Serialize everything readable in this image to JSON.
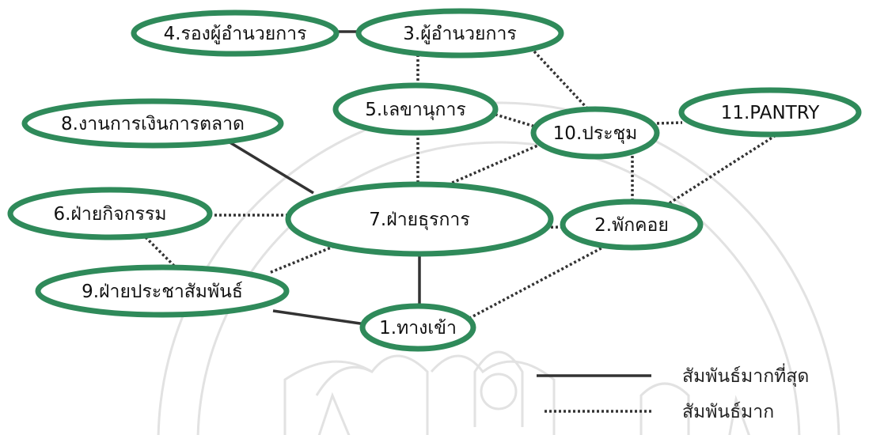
{
  "colors": {
    "node_stroke": "#2f8a5a",
    "edge": "#333333",
    "watermark": "#e2e2e2"
  },
  "nodes": {
    "n1": "1.ทางเข้า",
    "n2": "2.พักคอย",
    "n3": "3.ผู้อำนวยการ",
    "n4": "4.รองผู้อำนวยการ",
    "n5": "5.เลขานุการ",
    "n6": "6.ฝ่ายกิจกรรม",
    "n7": "7.ฝ่ายธุรการ",
    "n8": "8.งานการเงินการตลาด",
    "n9": "9.ฝ่ายประชาสัมพันธ์",
    "n10": "10.ประชุม",
    "n11": "11.PANTRY"
  },
  "edges": [
    {
      "from": "n4",
      "to": "n3",
      "style": "solid"
    },
    {
      "from": "n8",
      "to": "n7",
      "style": "solid"
    },
    {
      "from": "n7",
      "to": "n1",
      "style": "solid"
    },
    {
      "from": "n9",
      "to": "n1",
      "style": "solid"
    },
    {
      "from": "n3",
      "to": "n5",
      "style": "dotted"
    },
    {
      "from": "n3",
      "to": "n10",
      "style": "dotted"
    },
    {
      "from": "n5",
      "to": "n10",
      "style": "dotted"
    },
    {
      "from": "n5",
      "to": "n7",
      "style": "dotted"
    },
    {
      "from": "n10",
      "to": "n11",
      "style": "dotted"
    },
    {
      "from": "n10",
      "to": "n7",
      "style": "dotted"
    },
    {
      "from": "n10",
      "to": "n2",
      "style": "dotted"
    },
    {
      "from": "n11",
      "to": "n2",
      "style": "dotted"
    },
    {
      "from": "n6",
      "to": "n7",
      "style": "dotted"
    },
    {
      "from": "n6",
      "to": "n9",
      "style": "dotted"
    },
    {
      "from": "n7",
      "to": "n2",
      "style": "dotted"
    },
    {
      "from": "n7",
      "to": "n9",
      "style": "dotted"
    },
    {
      "from": "n2",
      "to": "n1",
      "style": "dotted"
    }
  ],
  "legend": {
    "solid_label": "สัมพันธ์มากที่สุด",
    "dotted_label": "สัมพันธ์มาก"
  }
}
